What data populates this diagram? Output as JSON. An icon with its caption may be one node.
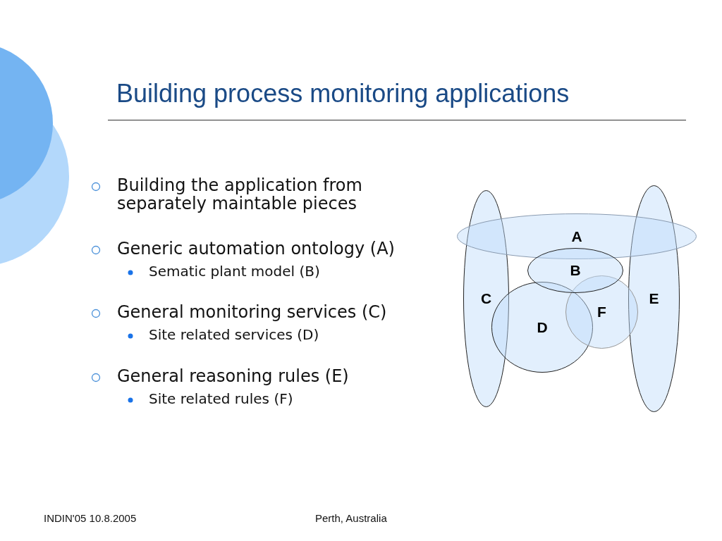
{
  "diagram": {
    "title": "Building process monitoring applications",
    "nodes": [
      {
        "text": [
          "A"
        ]
      },
      {
        "text": [
          "B"
        ]
      },
      {
        "text": [
          "C"
        ]
      },
      {
        "text": [
          "D"
        ]
      },
      {
        "text": [
          "E"
        ]
      },
      {
        "text": [
          "F"
        ]
      }
    ],
    "edges": [],
    "labels": [
      "Building the application from separately maintable pieces",
      "Generic automation ontology (A)",
      "Sematic plant model (B)",
      "General monitoring services (C)",
      "Site related services (D)",
      "General reasoning rules (E)",
      "Site related rules (F)",
      "INDIN'05 10.8.2005",
      "Perth, Australia"
    ]
  }
}
